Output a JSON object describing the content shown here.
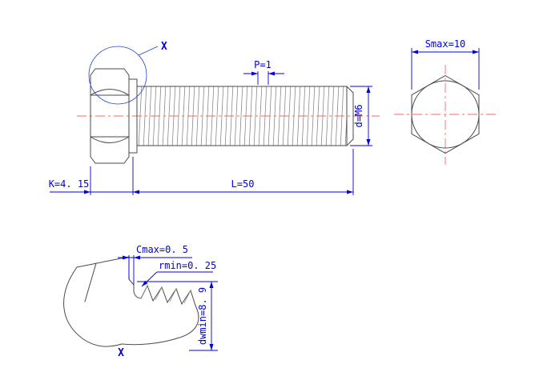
{
  "page": {
    "background": "#ffffff"
  },
  "colors": {
    "dimension_blue": "#0000dd",
    "centerline_red": "#ff6666",
    "outline_gray": "#4a4a4a"
  },
  "main_view": {
    "detail_marker": "X",
    "dim_pitch": "P=1",
    "dim_diameter": "d=M6",
    "dim_head_height": "K=4. 15",
    "dim_length": "L=50"
  },
  "end_view": {
    "dim_width_across": "Smax=10"
  },
  "detail_view": {
    "dim_chamfer": "Cmax=0. 5",
    "dim_fillet": "rmin=0. 25",
    "dim_washer_diameter": "dwmin=8. 9",
    "detail_marker": "X"
  }
}
